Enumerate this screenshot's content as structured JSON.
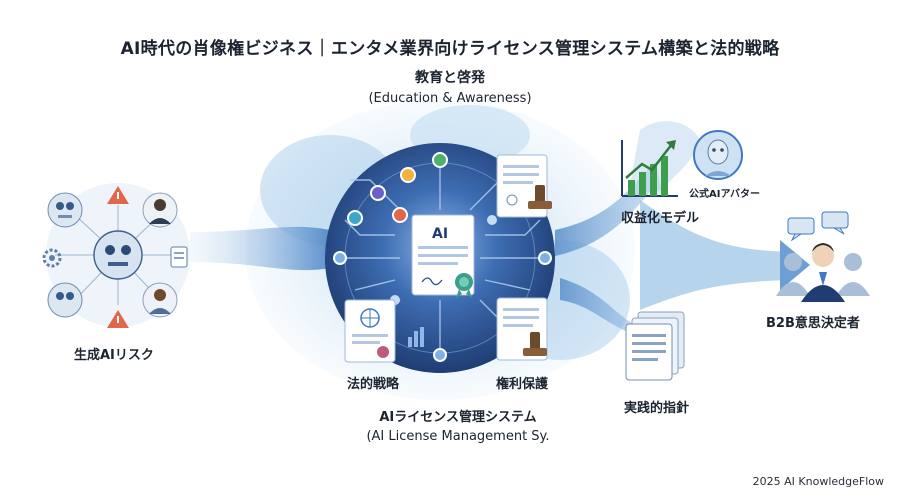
{
  "title": "AI時代の肖像権ビジネス｜エンタメ業界向けライセンス管理システム構築と法的戦略",
  "top_label": {
    "title": "教育と啓発",
    "subtitle": "(Education & Awareness)"
  },
  "left_label": "生成AIリスク",
  "center_label": {
    "title": "AIライセンス管理システム",
    "subtitle": "(AI License Management Sy."
  },
  "inner_labels": {
    "legal": "法的戦略",
    "rights": "権利保護",
    "doc_ai": "AI"
  },
  "right_top": {
    "label": "収益化モデル",
    "avatar_label": "公式AIアバター"
  },
  "right_bottom_label": "実践的指針",
  "far_right_label": "B2B意思決定者",
  "footer": "2025 AI KnowledgeFlow",
  "icons": [
    "robot-head-icon",
    "warning-icon",
    "gear-icon",
    "document-icon",
    "person-icon",
    "certificate-icon",
    "gavel-stamp-icon",
    "globe-icon",
    "bar-chart-icon",
    "avatar-icon",
    "chat-bubble-icon"
  ],
  "colors": {
    "accent_blue": "#3f79c2",
    "dark_navy": "#1f3d73",
    "orange_warning": "#e2664c",
    "green_chart": "#3e9e4e"
  }
}
